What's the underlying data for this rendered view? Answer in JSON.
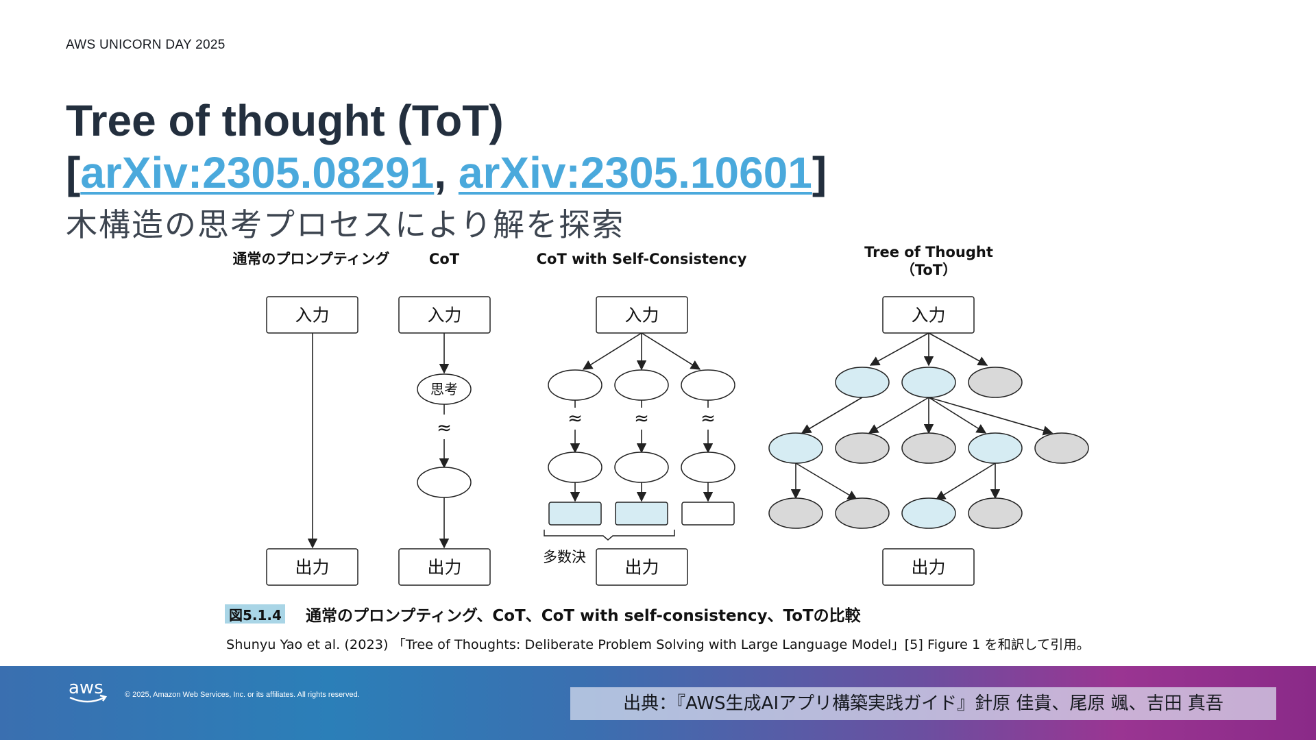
{
  "header": {
    "event": "AWS UNICORN DAY 2025"
  },
  "title": {
    "line1": "Tree of thought (ToT)",
    "open_bracket": "[",
    "link1": "arXiv:2305.08291",
    "separator": ", ",
    "link2": "arXiv:2305.10601",
    "close_bracket": "]",
    "subtitle": "木構造の思考プロセスにより解を探索"
  },
  "figure": {
    "headings": {
      "normal": "通常のプロンプティング",
      "cot": "CoT",
      "cotsc": "CoT with Self-Consistency",
      "tot_line1": "Tree of Thought",
      "tot_line2": "（ToT）"
    },
    "input_label": "入力",
    "output_label": "出力",
    "thought_label": "思考",
    "majority_label": "多数決",
    "wave_glyph": "≈",
    "caption_num": "図5.1.4",
    "caption_text": "通常のプロンプティング、CoT、CoT with self-consistency、ToTの比較",
    "citation": "Shunyu Yao et al. (2023) 「Tree of Thoughts: Deliberate Problem Solving with Large Language Model」[5] Figure 1 を和訳して引用。",
    "colors": {
      "highlight": "#d6ecf3",
      "gray": "#d9d9d9",
      "stroke": "#222222"
    }
  },
  "footer": {
    "logo_text": "aws",
    "copyright": "© 2025, Amazon Web Services, Inc. or its affiliates. All rights reserved.",
    "source": "出典：『AWS生成AIアプリ構築実践ガイド』針原 佳貴、尾原 颯、吉田 真吾"
  }
}
